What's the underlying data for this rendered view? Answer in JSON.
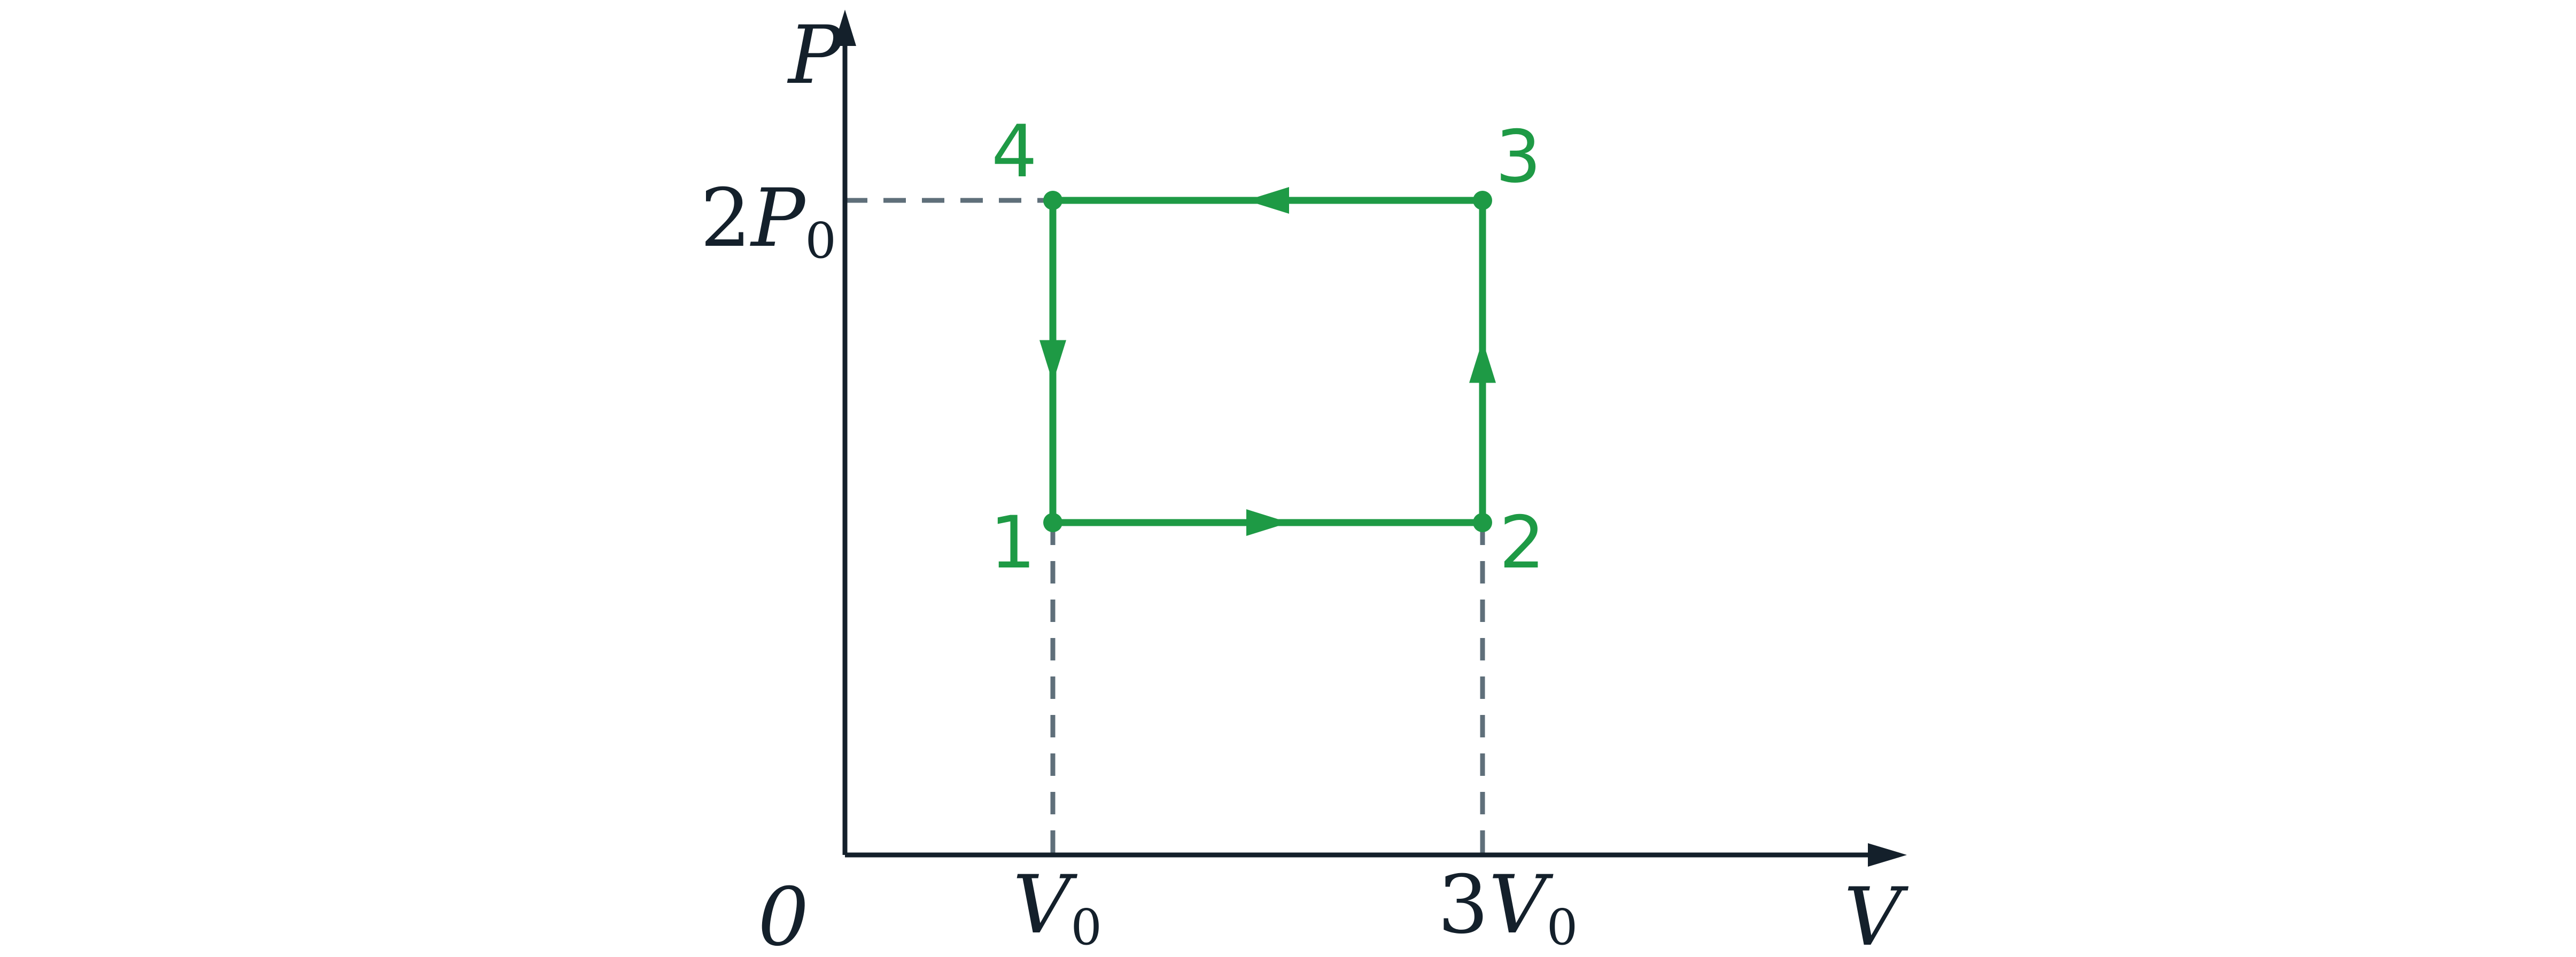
{
  "colors": {
    "cycle": "#1e9a45",
    "axis": "#14202b",
    "guide": "#5f6f7a",
    "text": "#14202b"
  },
  "axes": {
    "origin_label": "0",
    "x_title": "V",
    "y_title": "P",
    "x_ticks": [
      {
        "prefix": "",
        "symbol": "V",
        "subscript": "0"
      },
      {
        "prefix": "3",
        "symbol": "V",
        "subscript": "0"
      }
    ],
    "y_ticks": [
      {
        "prefix": "2",
        "symbol": "P",
        "subscript": "0"
      }
    ]
  },
  "cycle": {
    "states": [
      {
        "label": "1",
        "V": 1,
        "P": 1
      },
      {
        "label": "2",
        "V": 3,
        "P": 1
      },
      {
        "label": "3",
        "V": 3,
        "P": 2
      },
      {
        "label": "4",
        "V": 1,
        "P": 2
      }
    ],
    "processes": [
      {
        "from": "1",
        "to": "2"
      },
      {
        "from": "2",
        "to": "3"
      },
      {
        "from": "3",
        "to": "4"
      },
      {
        "from": "4",
        "to": "1"
      }
    ]
  },
  "guides": [
    {
      "from": "4",
      "to": "p-axis"
    },
    {
      "from": "1",
      "to": "v-axis"
    },
    {
      "from": "2",
      "to": "v-axis"
    }
  ]
}
